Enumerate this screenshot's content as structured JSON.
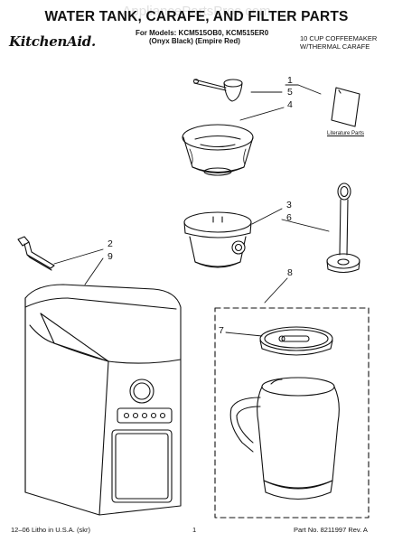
{
  "header": {
    "title": "WATER TANK, CARAFE, AND FILTER PARTS",
    "watermark": "AppliancePartsPros.com",
    "brand": "KitchenAid.",
    "models_line1": "For Models: KCM515OB0, KCM515ER0",
    "models_line2": "(Onyx Black) (Empire Red)",
    "product_line1": "10 CUP COFFEEMAKER",
    "product_line2": "W/THERMAL CARAFE"
  },
  "callouts": {
    "n1": "1",
    "n2": "2",
    "n3": "3",
    "n4": "4",
    "n5": "5",
    "n6": "6",
    "n7": "7",
    "n8": "8",
    "n9": "9"
  },
  "literature_label": "Literature Parts",
  "footer": {
    "left": "12–06 Litho in U.S.A. (skr)",
    "page": "1",
    "part_no": "Part No. 8211997 Rev. A"
  }
}
